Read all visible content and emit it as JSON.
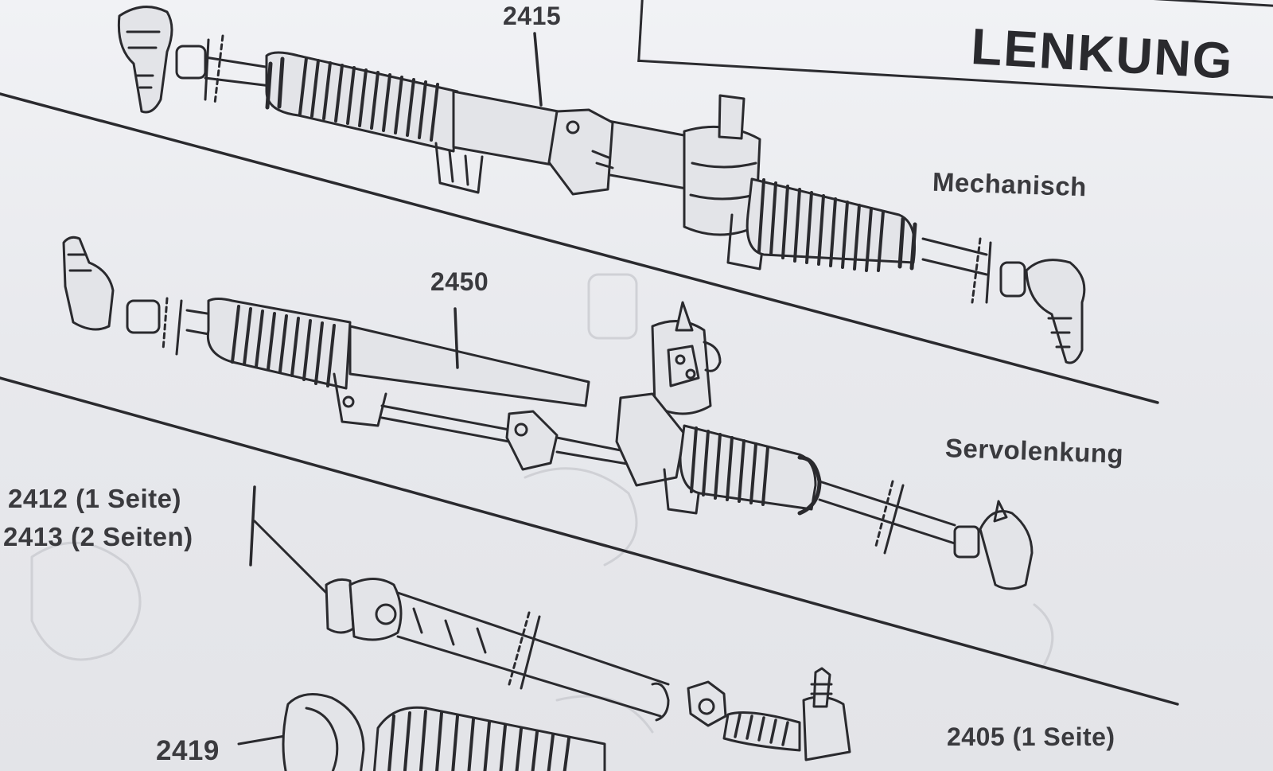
{
  "header": {
    "title": "LENKUNG"
  },
  "sections": [
    {
      "name": "Mechanisch",
      "part_number": "2415"
    },
    {
      "name": "Servolenkung",
      "part_number": "2450"
    }
  ],
  "parts": {
    "inner_tie_rod_one_side": "2412 (1 Seite)",
    "inner_tie_rod_two_sides": "2413 (2 Seiten)",
    "boot": "2419",
    "tie_rod_end_one_side": "2405 (1 Seite)"
  }
}
